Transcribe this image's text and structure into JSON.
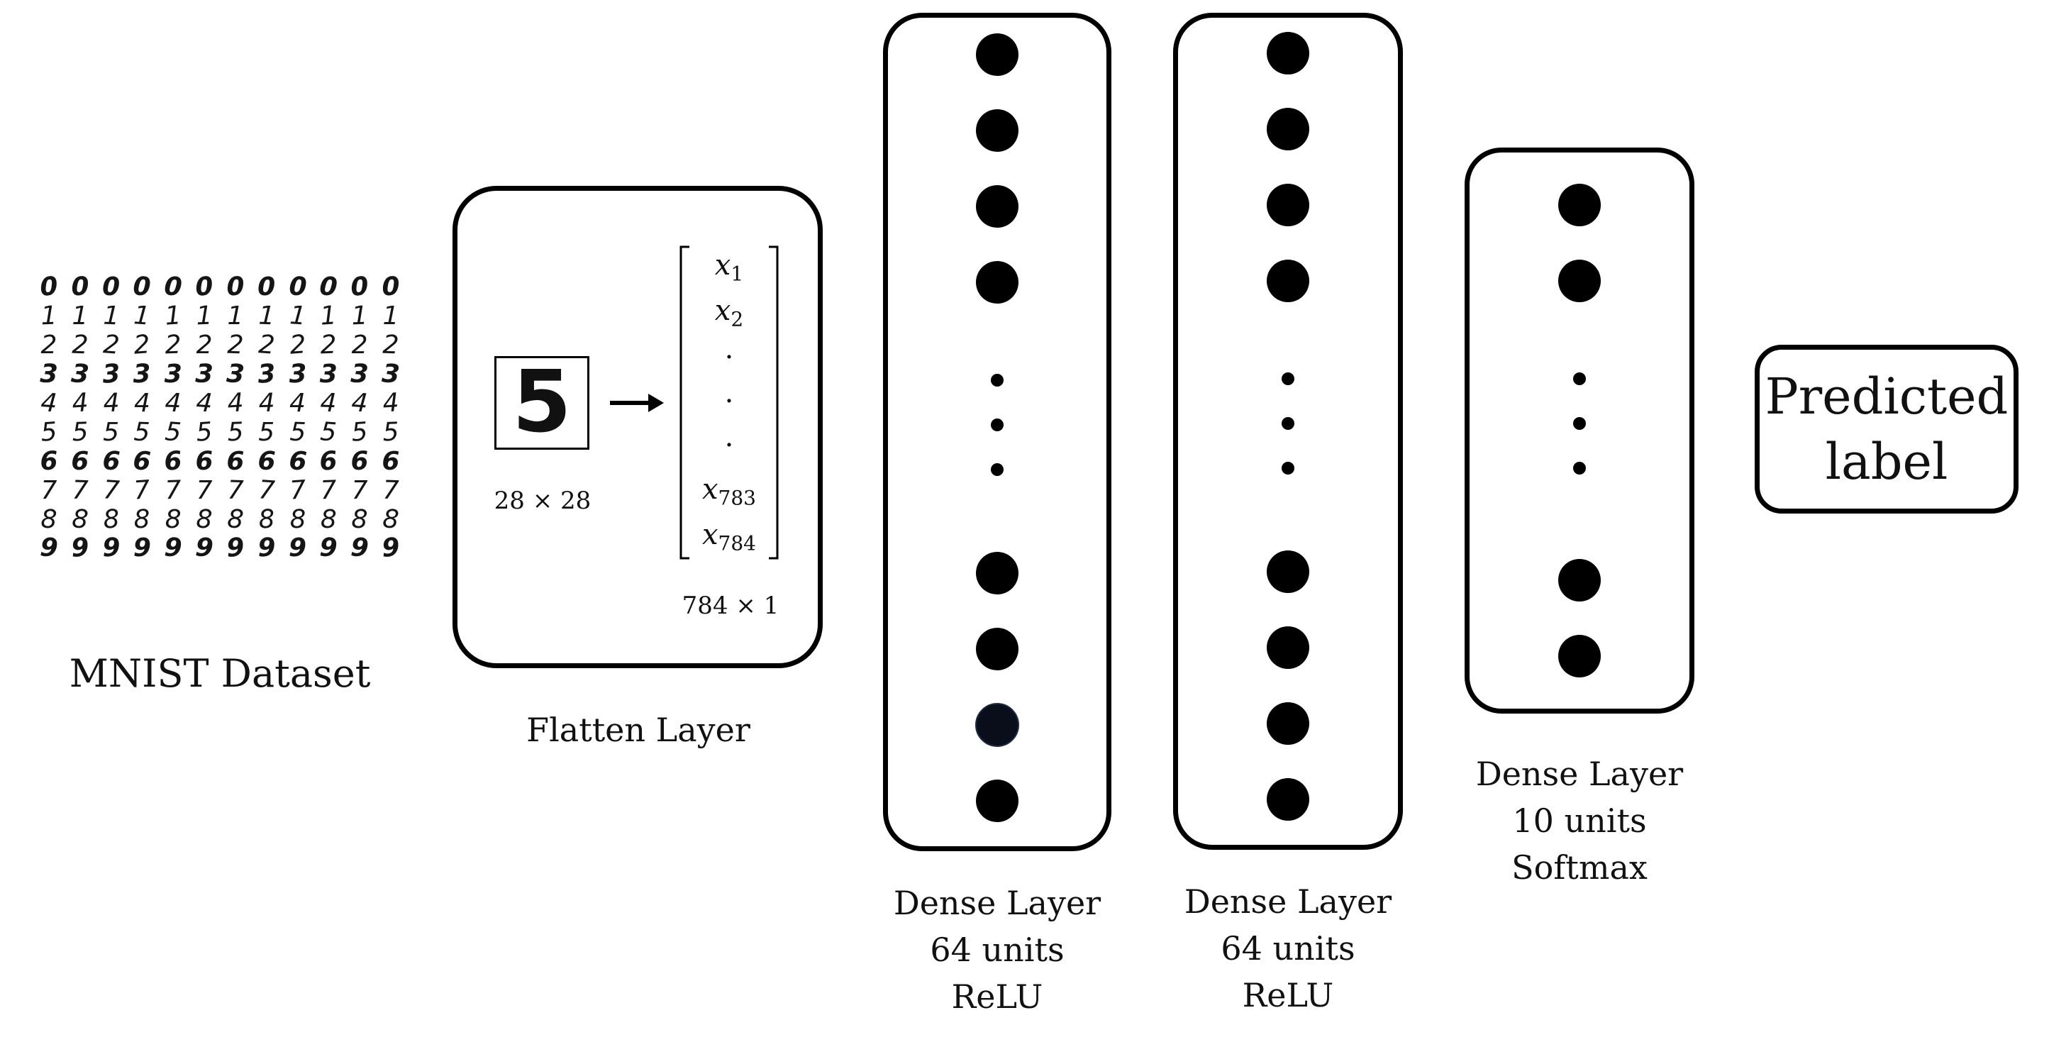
{
  "dataset": {
    "caption": "MNIST Dataset",
    "digit_rows": [
      "000000000000",
      "111111111111",
      "222222222222",
      "333333333333",
      "444444444444",
      "555555555555",
      "666666666666",
      "777777777777",
      "888888888888",
      "999999999999"
    ]
  },
  "flatten": {
    "caption": "Flatten Layer",
    "sample_digit": "5",
    "image_size": "28 × 28",
    "vector_entries": [
      {
        "var": "x",
        "sub": "1"
      },
      {
        "var": "x",
        "sub": "2"
      },
      {
        "var": ".",
        "sub": ""
      },
      {
        "var": ".",
        "sub": ""
      },
      {
        "var": ".",
        "sub": ""
      },
      {
        "var": "x",
        "sub": "783"
      },
      {
        "var": "x",
        "sub": "784"
      }
    ],
    "vector_size": "784 × 1"
  },
  "layers": [
    {
      "caption_lines": [
        "Dense Layer",
        "64 units",
        "ReLU"
      ]
    },
    {
      "caption_lines": [
        "Dense Layer",
        "64 units",
        "ReLU"
      ]
    },
    {
      "caption_lines": [
        "Dense Layer",
        "10 units",
        "Softmax"
      ]
    }
  ],
  "output": {
    "label_lines": [
      "Predicted",
      "label"
    ]
  },
  "colors": {
    "stroke": "#000000",
    "node": "#000000",
    "text": "#111111"
  }
}
